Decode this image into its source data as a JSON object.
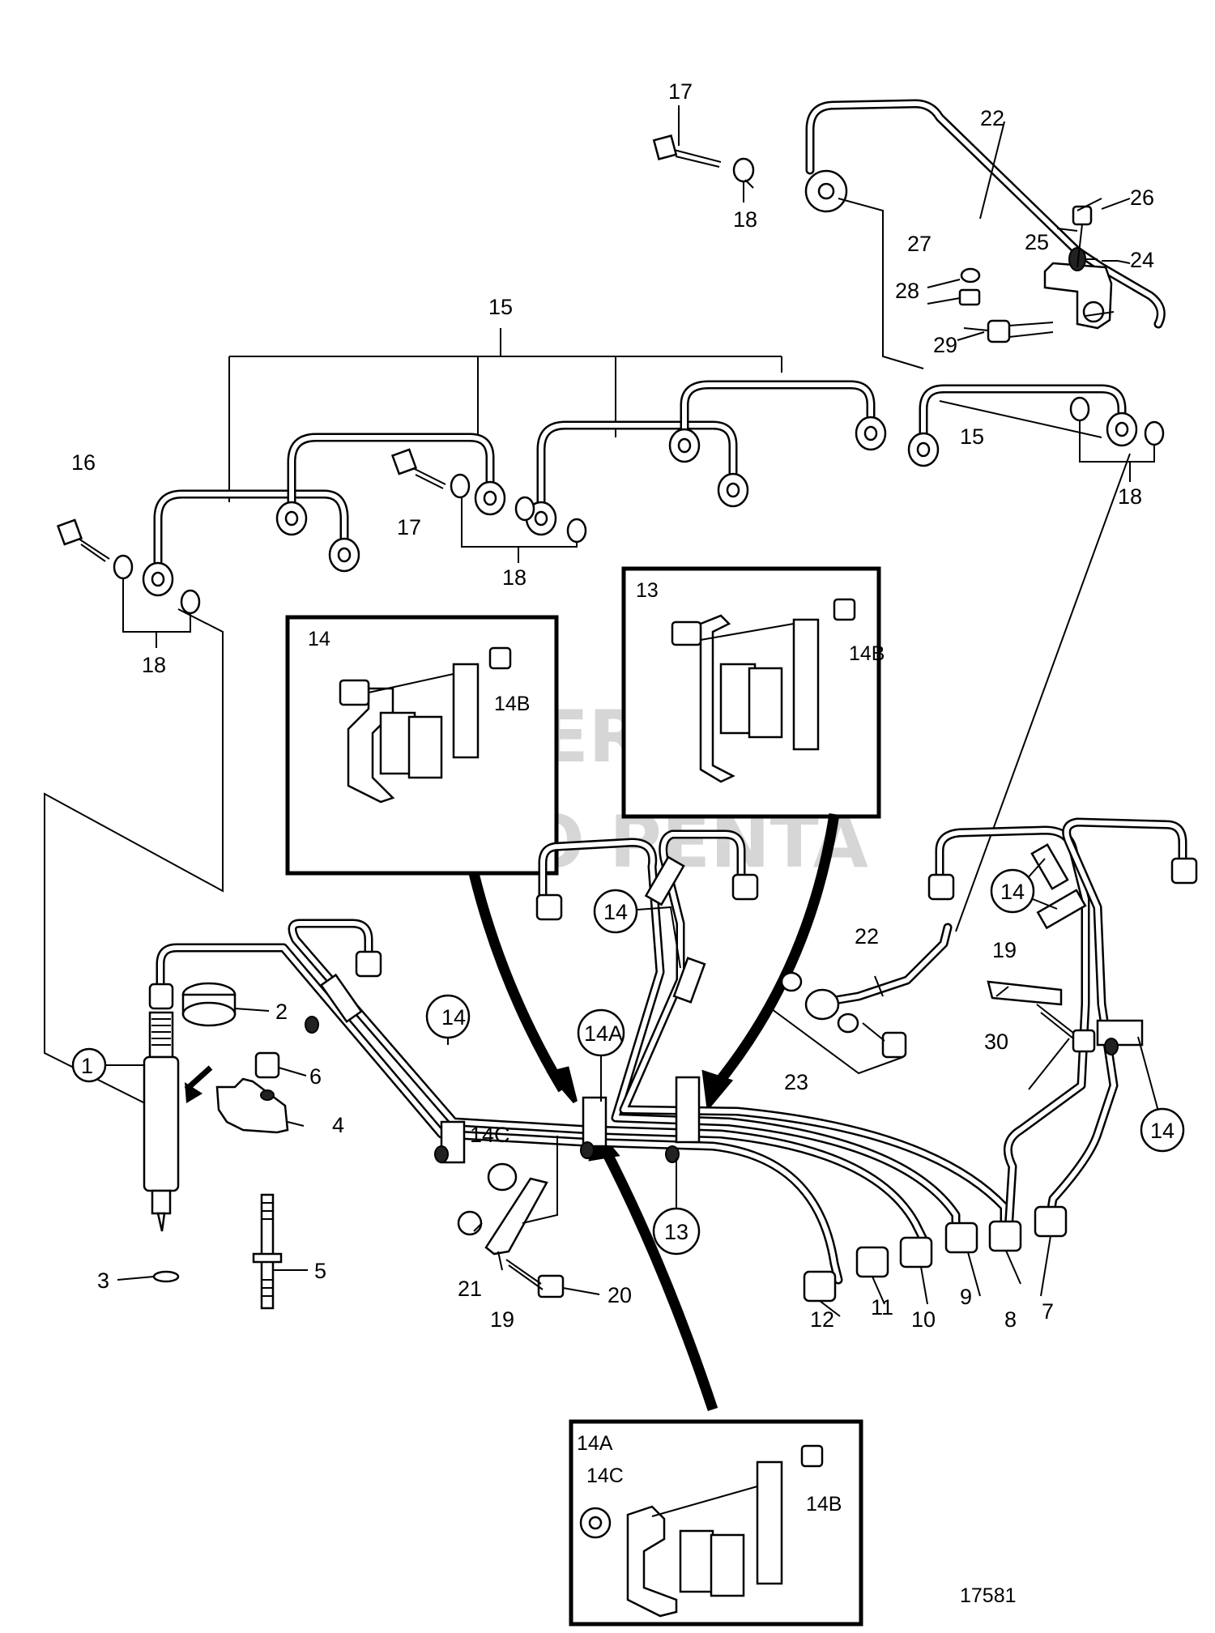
{
  "watermark": [
    "PROPERTY OF",
    "VOLVO PENTA"
  ],
  "figure_number": "17581",
  "labels": {
    "p1": "1",
    "p2": "2",
    "p3": "3",
    "p4": "4",
    "p5": "5",
    "p6": "6",
    "p7": "7",
    "p8": "8",
    "p9": "9",
    "p10": "10",
    "p11": "11",
    "p12": "12",
    "p13": "13",
    "p14": "14",
    "p14A": "14A",
    "p14B": "14B",
    "p14C": "14C",
    "p15": "15",
    "p16": "16",
    "p17": "17",
    "p18": "18",
    "p19": "19",
    "p20": "20",
    "p21": "21",
    "p22": "22",
    "p23": "23",
    "p24": "24",
    "p25": "25",
    "p26": "26",
    "p27": "27",
    "p28": "28",
    "p29": "29",
    "p30": "30"
  },
  "insets": [
    {
      "id": "inset-14",
      "title": "14",
      "bolt_label": "14B"
    },
    {
      "id": "inset-13",
      "title": "13",
      "bolt_label": "14B"
    },
    {
      "id": "inset-14A",
      "title": "14A",
      "bolt_label": "14B",
      "nut_label": "14C"
    }
  ]
}
